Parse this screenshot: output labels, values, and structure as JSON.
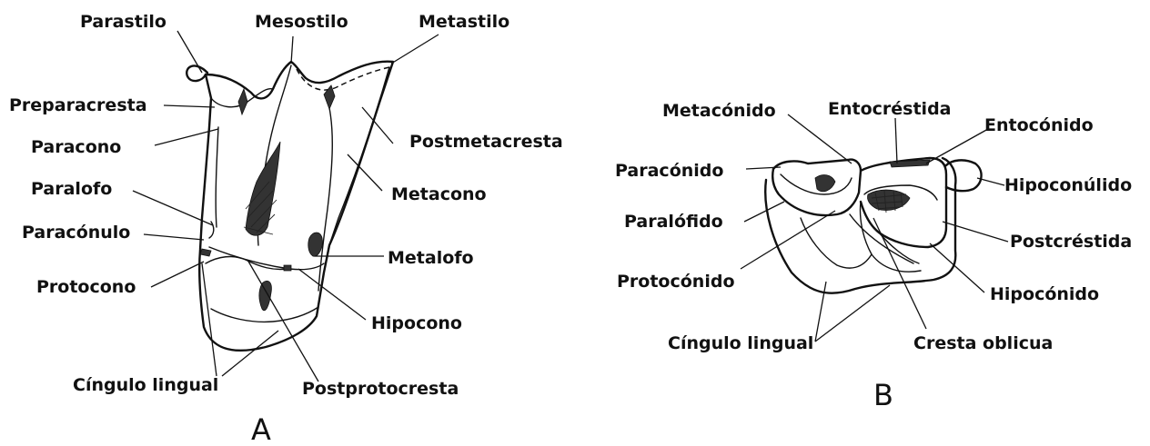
{
  "figure_a": {
    "panel_letter": "A",
    "labels": {
      "parastilo": "Parastilo",
      "mesostilo": "Mesostilo",
      "metastilo": "Metastilo",
      "preparacresta": "Preparacresta",
      "paracono": "Paracono",
      "postmetacresta": "Postmetacresta",
      "paralofo": "Paralofo",
      "metacono": "Metacono",
      "paraconulo": "Paracónulo",
      "metalofo": "Metalofo",
      "protocono": "Protocono",
      "hipocono": "Hipocono",
      "cingulo_lingual": "Cíngulo lingual",
      "postprotocresta": "Postprotocresta"
    }
  },
  "figure_b": {
    "panel_letter": "B",
    "labels": {
      "metaconido": "Metacónido",
      "entocrestida": "Entocréstida",
      "entoconido": "Entocónido",
      "paraconido": "Paracónido",
      "hipoconulido": "Hipoconúlido",
      "paralofido": "Paralófido",
      "postcrestida": "Postcréstida",
      "protoconido": "Protocónido",
      "hipoconido": "Hipocónido",
      "cingulo_lingual": "Cíngulo lingual",
      "cresta_oblicua": "Cresta oblicua"
    }
  }
}
